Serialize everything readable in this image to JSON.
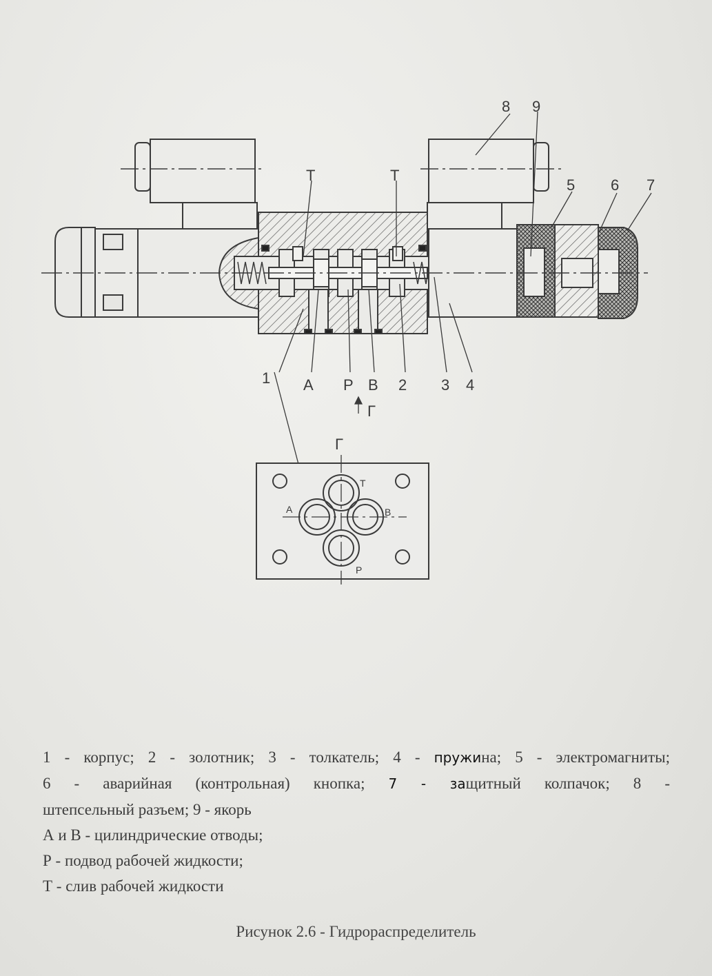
{
  "diagram": {
    "callouts": [
      "1",
      "2",
      "3",
      "4",
      "5",
      "6",
      "7",
      "8",
      "9"
    ],
    "ports_section": {
      "a": "A",
      "p": "P",
      "b": "B",
      "t_left": "T",
      "t_right": "T"
    },
    "view_arrow": "Г",
    "view_title": "Г",
    "plate_ports": {
      "t": "T",
      "a": "A",
      "b": "B",
      "p": "P"
    }
  },
  "legend": {
    "line1_a": "1 - корпус; 2 - золотник; 3 - толкатель; 4 - ",
    "line1_bold": "пружи",
    "line1_b": "на; 5 - электромагниты;",
    "line2_a": "6 - аварийная (контрольная) кнопка; ",
    "line2_bold": "7 - за",
    "line2_b": "щитный колпачок; 8 -",
    "line3": "штепсельный разъем; 9 - якорь",
    "line4": "А и В - цилиндрические отводы;",
    "line5": "Р - подвод рабочей жидкости;",
    "line6": "Т - слив рабочей жидкости"
  },
  "caption": "Рисунок 2.6 - Гидрораспределитель"
}
